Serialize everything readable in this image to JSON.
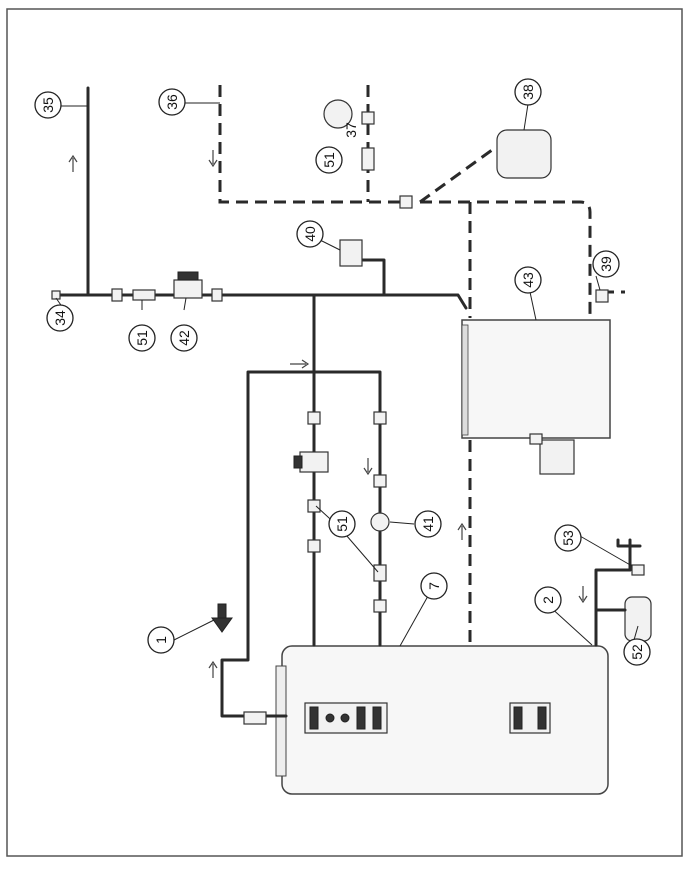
{
  "diagram": {
    "callouts": [
      {
        "id": "c-1",
        "label": "1"
      },
      {
        "id": "c-2",
        "label": "2"
      },
      {
        "id": "c-7",
        "label": "7"
      },
      {
        "id": "c-34",
        "label": "34"
      },
      {
        "id": "c-35",
        "label": "35"
      },
      {
        "id": "c-36",
        "label": "36"
      },
      {
        "id": "c-37",
        "label": "37"
      },
      {
        "id": "c-38",
        "label": "38"
      },
      {
        "id": "c-39",
        "label": "39"
      },
      {
        "id": "c-40",
        "label": "40"
      },
      {
        "id": "c-41",
        "label": "41"
      },
      {
        "id": "c-42",
        "label": "42"
      },
      {
        "id": "c-43",
        "label": "43"
      },
      {
        "id": "c-51a",
        "label": "51"
      },
      {
        "id": "c-51b",
        "label": "51"
      },
      {
        "id": "c-51c",
        "label": "51"
      },
      {
        "id": "c-52",
        "label": "52"
      },
      {
        "id": "c-53",
        "label": "53"
      }
    ]
  }
}
